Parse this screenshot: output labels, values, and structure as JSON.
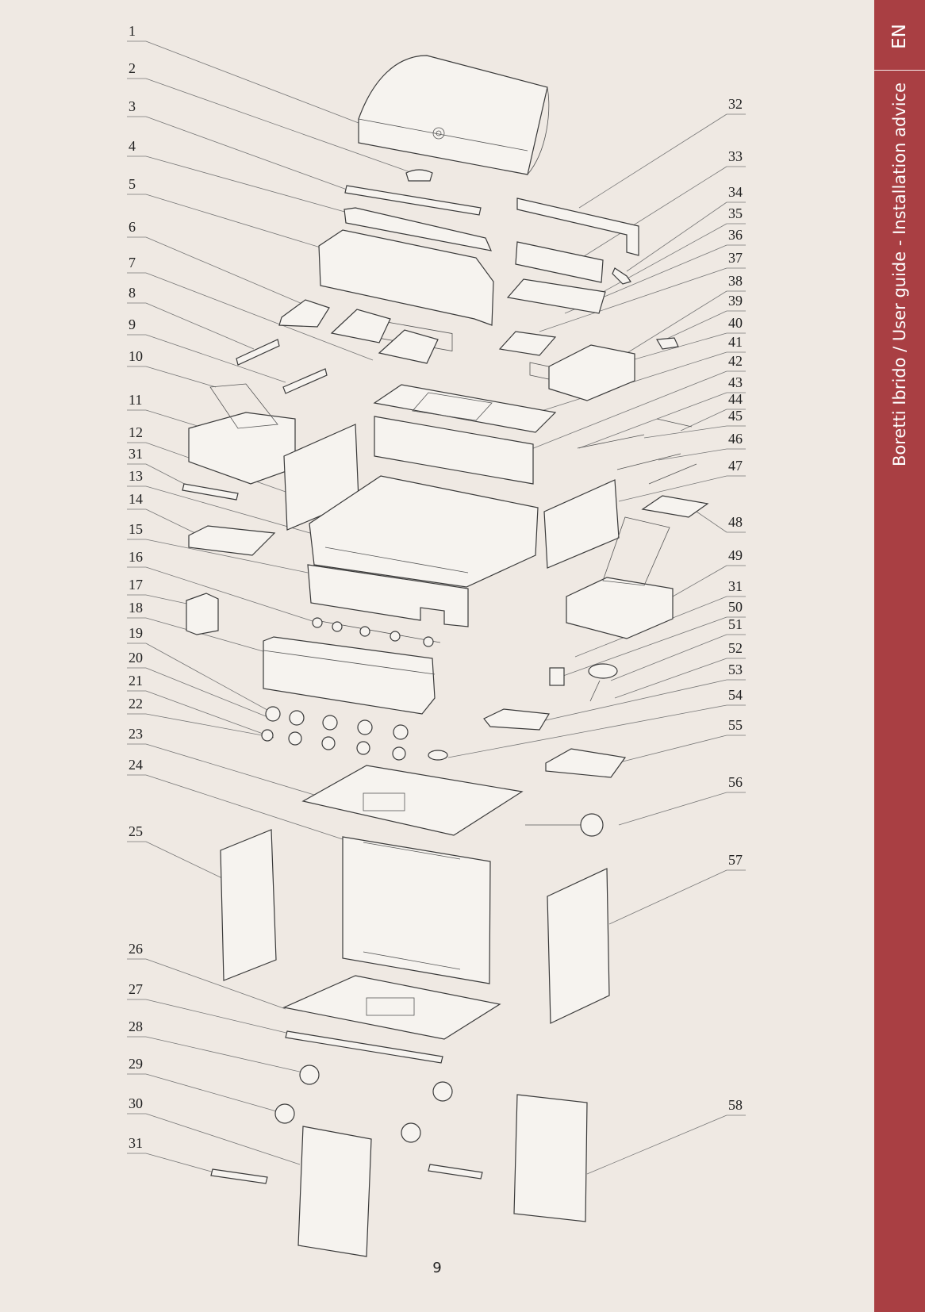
{
  "sidebar": {
    "language": "EN",
    "title": "Boretti Ibrido / User guide - Installation advice"
  },
  "page_number": "9",
  "diagram": {
    "left_labels": [
      "1",
      "2",
      "3",
      "4",
      "5",
      "6",
      "7",
      "8",
      "9",
      "10",
      "11",
      "12",
      "31",
      "13",
      "14",
      "15",
      "16",
      "17",
      "18",
      "19",
      "20",
      "21",
      "22",
      "23",
      "24",
      "25",
      "26",
      "27",
      "28",
      "29",
      "30",
      "31"
    ],
    "right_labels": [
      "32",
      "33",
      "34",
      "35",
      "36",
      "37",
      "38",
      "39",
      "40",
      "41",
      "42",
      "43",
      "44",
      "45",
      "46",
      "47",
      "48",
      "49",
      "31",
      "50",
      "51",
      "52",
      "53",
      "54",
      "55",
      "56",
      "57",
      "58"
    ]
  },
  "colors": {
    "page_background": "#efe9e3",
    "sidebar": "#a93f43",
    "line_art": "#3a3a3a"
  }
}
